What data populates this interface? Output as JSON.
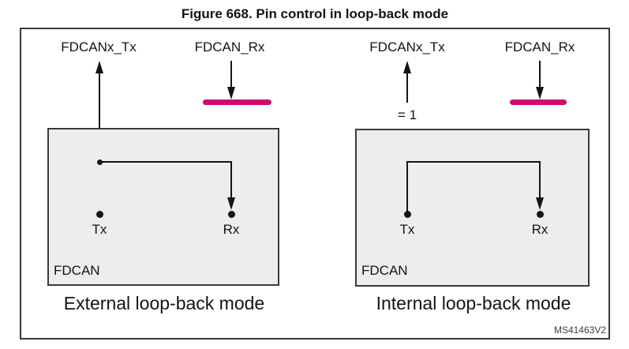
{
  "title": "Figure 668. Pin control in loop-back mode",
  "watermark": "MS41463V2",
  "colors": {
    "ink": "#141414",
    "frame_border": "#3a3a3a",
    "block_fill": "#ededed",
    "pad_highlight": "#d20a6e"
  },
  "panels": [
    {
      "id": "external",
      "tx_pad_label": "FDCANx_Tx",
      "rx_pad_label": "FDCAN_Rx",
      "tx_pin_label": "Tx",
      "rx_pin_label": "Rx",
      "block_label": "FDCAN",
      "caption": "External loop-back mode"
    },
    {
      "id": "internal",
      "tx_pad_label": "FDCANx_Tx",
      "rx_pad_label": "FDCAN_Rx",
      "annotation": "= 1",
      "tx_pin_label": "Tx",
      "rx_pin_label": "Rx",
      "block_label": "FDCAN",
      "caption": "Internal loop-back mode"
    }
  ]
}
